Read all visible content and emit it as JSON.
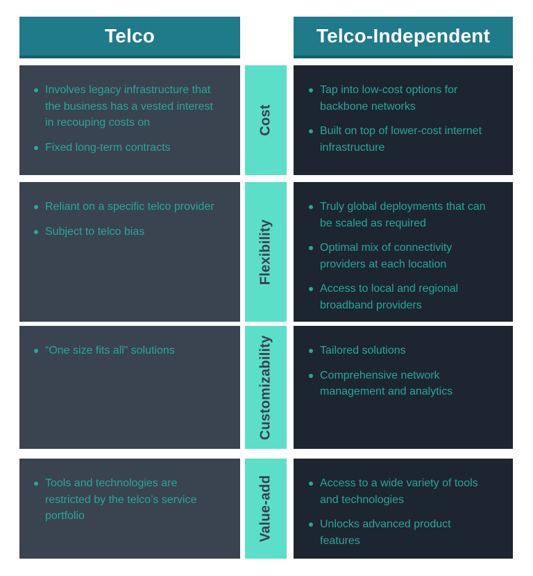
{
  "palette": {
    "page_bg": "#ffffff",
    "header_bg": "#1f7a8a",
    "header_border": "#175f6b",
    "header_text": "#ffffff",
    "left_cell_bg": "#3a4350",
    "right_cell_bg": "#1d2530",
    "label_bg": "#5cdfc8",
    "label_text": "#37414e",
    "body_text": "#29a79a"
  },
  "columns": {
    "left": "Telco",
    "right": "Telco-Independent"
  },
  "rows": [
    {
      "label": "Cost",
      "left": [
        "Involves legacy infrastructure that the business has a vested interest in recouping costs on",
        "Fixed long-term contracts"
      ],
      "right": [
        "Tap into low-cost options for backbone networks",
        "Built on top of lower-cost internet infrastructure"
      ]
    },
    {
      "label": "Flexibility",
      "left": [
        "Reliant on a specific telco provider",
        "Subject to telco bias"
      ],
      "right": [
        "Truly global deployments that can be scaled as required",
        "Optimal mix of connectivity providers at each location",
        "Access to local and regional broadband providers"
      ]
    },
    {
      "label": "Customizability",
      "left": [
        "“One size fits all” solutions"
      ],
      "right": [
        "Tailored solutions",
        "Comprehensive network management and analytics"
      ]
    },
    {
      "label": "Value-add",
      "left": [
        "Tools and technologies are restricted by the telco’s service portfolio"
      ],
      "right": [
        "Access to a wide variety of tools and technologies",
        "Unlocks advanced product features"
      ]
    }
  ]
}
